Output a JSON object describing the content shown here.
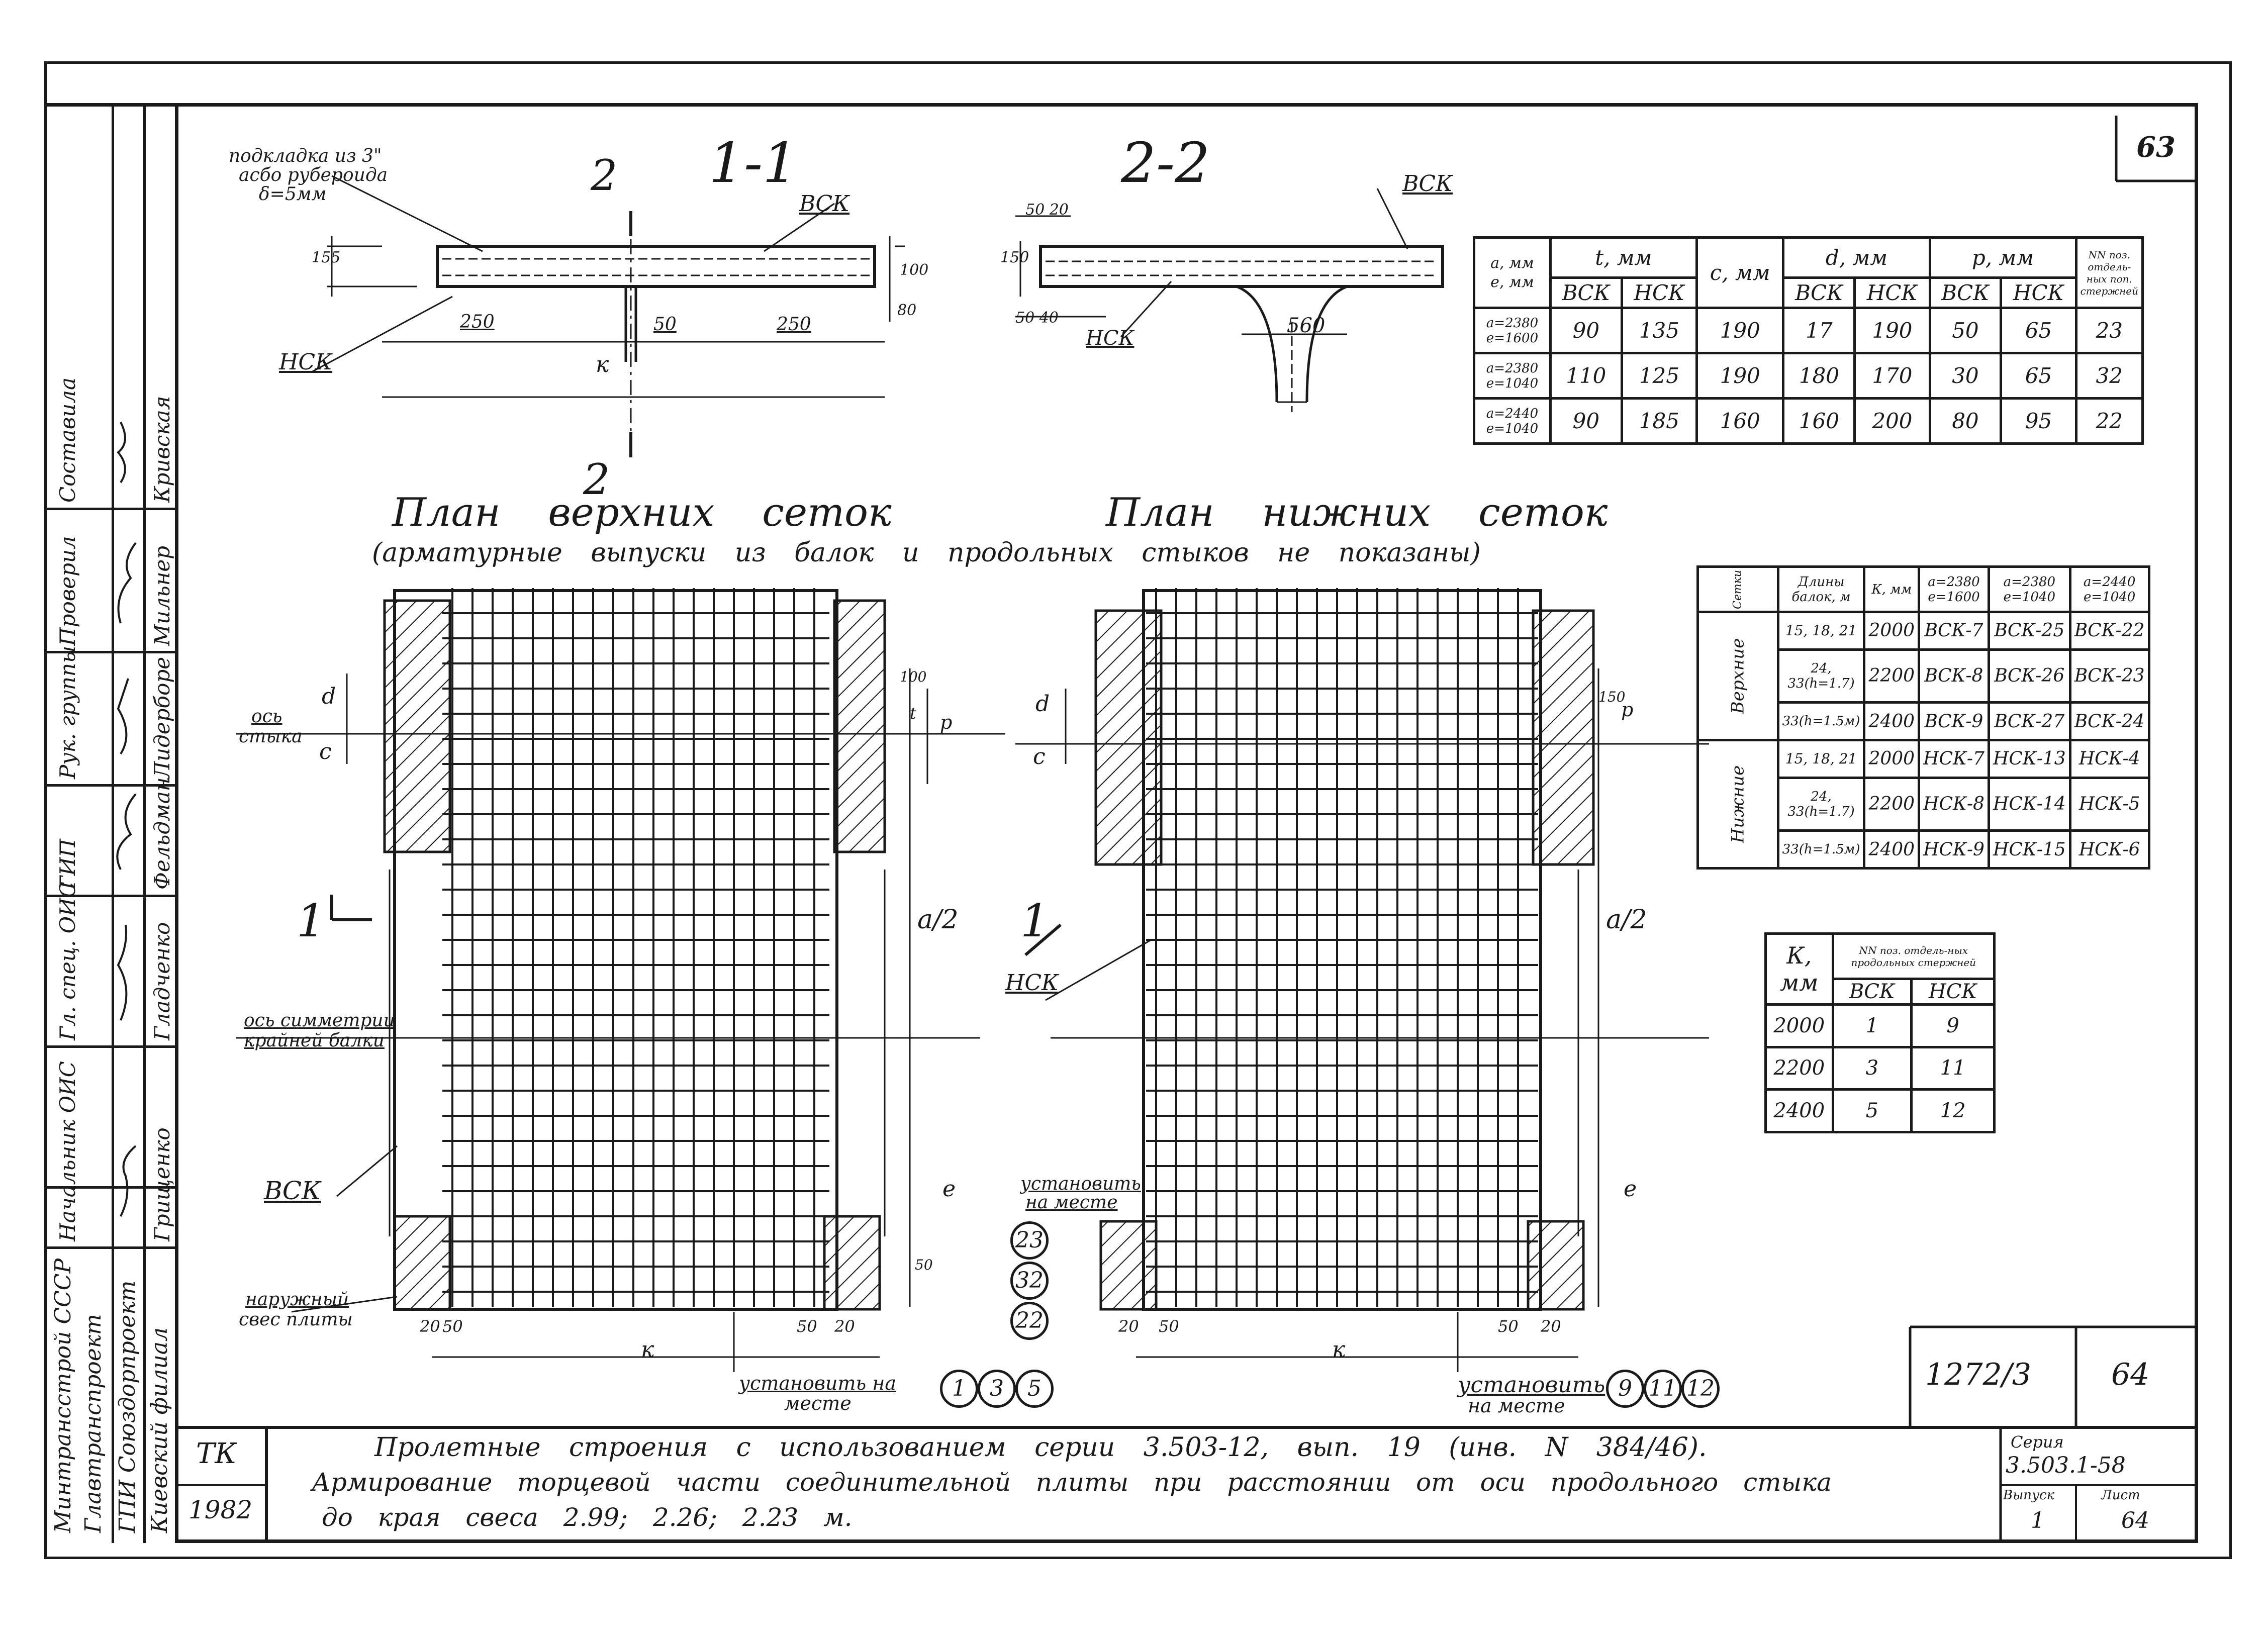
{
  "sheet": {
    "number_top": "63",
    "drawing_number": "1272/3",
    "sheet_box": "64",
    "code": "ТК",
    "year": "1982",
    "series_label": "Серия",
    "series_value": "3.503.1-58",
    "issue_label": "Выпуск",
    "sheet_label": "Лист",
    "issue_value": "1",
    "sheet_value": "64"
  },
  "title": {
    "line1": "Пролетные строения с использованием серии 3.503-12, вып. 19 (инв. N 384/46).",
    "line2": "Армирование торцевой части соединительной плиты при расстоянии от оси продольного стыка",
    "line3": "до края свеса 2.99; 2.26; 2.23 м."
  },
  "side_block": {
    "org": [
      "Минтрансстрой СССР",
      "Главтранспроект",
      "ГПИ Союздорпроект",
      "Киевский филиал"
    ],
    "roles": [
      "Начальник ОИС",
      "Гл. спец. ОИС",
      "ГИП",
      "Рук. группы",
      "Проверил",
      "Составила"
    ],
    "names": [
      "Грищенко",
      "Гладченко",
      "Фельдман",
      "Лидерборе",
      "Мильнер",
      "Кривская"
    ]
  },
  "sections": {
    "s11_title": "1-1",
    "s22_title": "2-2",
    "cut_mark": "2",
    "cut_mark_bottom": "2",
    "note": [
      "подкладка из 3\"",
      "асбо рубероида",
      "δ=5мм"
    ],
    "label_vsk": "ВСК",
    "label_nsk": "НСК",
    "dim_250a": "250",
    "dim_50": "50",
    "dim_250b": "250",
    "dim_k": "к",
    "dim_155": "155",
    "dim_100": "100",
    "dim_80": "80",
    "dim_5020": "50 20",
    "dim_150": "150",
    "dim_5040": "50 40",
    "dim_560": "560"
  },
  "plans": {
    "upper_title": "План верхних сеток",
    "lower_title": "План нижних сеток",
    "note": "(арматурные выпуски из балок и продольных стыков не показаны)",
    "axis_joint": [
      "ось",
      "стыка"
    ],
    "axis_symmetry": [
      "ось симметрии",
      "крайней балки"
    ],
    "slab_edge": [
      "наружный",
      "свес плиты"
    ],
    "install_at_site_upper": [
      "установить на",
      "месте"
    ],
    "install_at_site_lower": [
      "установить",
      "на месте"
    ],
    "install_at_site_mid": [
      "установить",
      "на месте"
    ],
    "dim_a12": "a/2",
    "dim_e": "e",
    "dim_k": "к",
    "dim_c": "с",
    "dim_d": "d",
    "dim_p": "p",
    "dim_t": "t",
    "dim_100": "100",
    "dim_150": "150",
    "dim_50": "50",
    "dim_20": "20",
    "dim_50b": "50",
    "dim_20b": "20",
    "dim_50c": "50",
    "mark_1": "1",
    "label_vsk": "ВСК",
    "label_nsk": "НСК",
    "circles_upper": [
      "1",
      "3",
      "5"
    ],
    "circles_lower": [
      "9",
      "11",
      "12"
    ],
    "circles_mid": [
      "23",
      "32",
      "22"
    ]
  },
  "table_main": {
    "head_ae": [
      "a, мм",
      "e, мм"
    ],
    "head_t": "t, мм",
    "head_c": "с, мм",
    "head_d": "d, мм",
    "head_p": "p, мм",
    "head_nn": "NN поз. отдель-ных поп. стержней",
    "sub": [
      "ВСК",
      "НСК",
      "ВСК",
      "НСК",
      "ВСК",
      "НСК"
    ],
    "rows": [
      {
        "ae": [
          "a=2380",
          "e=1600"
        ],
        "v": [
          "90",
          "135",
          "190",
          "17",
          "190",
          "50",
          "65",
          "23"
        ]
      },
      {
        "ae": [
          "a=2380",
          "e=1040"
        ],
        "v": [
          "110",
          "125",
          "190",
          "180",
          "170",
          "30",
          "65",
          "32"
        ]
      },
      {
        "ae": [
          "a=2440",
          "e=1040"
        ],
        "v": [
          "90",
          "185",
          "160",
          "160",
          "200",
          "80",
          "95",
          "22"
        ]
      }
    ]
  },
  "table_mesh": {
    "head": [
      "Сетки",
      "Длины балок, м",
      "К, мм",
      "a=2380 e=1600",
      "a=2380 e=1040",
      "a=2440 e=1040"
    ],
    "group_upper": "Верхние",
    "group_lower": "Нижние",
    "rows": [
      [
        "15, 18, 21",
        "2000",
        "ВСК-7",
        "ВСК-25",
        "ВСК-22"
      ],
      [
        "24, 33(h=1.7)",
        "2200",
        "ВСК-8",
        "ВСК-26",
        "ВСК-23"
      ],
      [
        "33(h=1.5м)",
        "2400",
        "ВСК-9",
        "ВСК-27",
        "ВСК-24"
      ],
      [
        "15, 18, 21",
        "2000",
        "НСК-7",
        "НСК-13",
        "НСК-4"
      ],
      [
        "24, 33(h=1.7)",
        "2200",
        "НСК-8",
        "НСК-14",
        "НСК-5"
      ],
      [
        "33(h=1.5м)",
        "2400",
        "НСК-9",
        "НСК-15",
        "НСК-6"
      ]
    ]
  },
  "table_k": {
    "head_k": "К, мм",
    "head_nn": "NN поз. отдель-ных продольных стержней",
    "sub": [
      "ВСК",
      "НСК"
    ],
    "rows": [
      [
        "2000",
        "1",
        "9"
      ],
      [
        "2200",
        "3",
        "11"
      ],
      [
        "2400",
        "5",
        "12"
      ]
    ]
  }
}
